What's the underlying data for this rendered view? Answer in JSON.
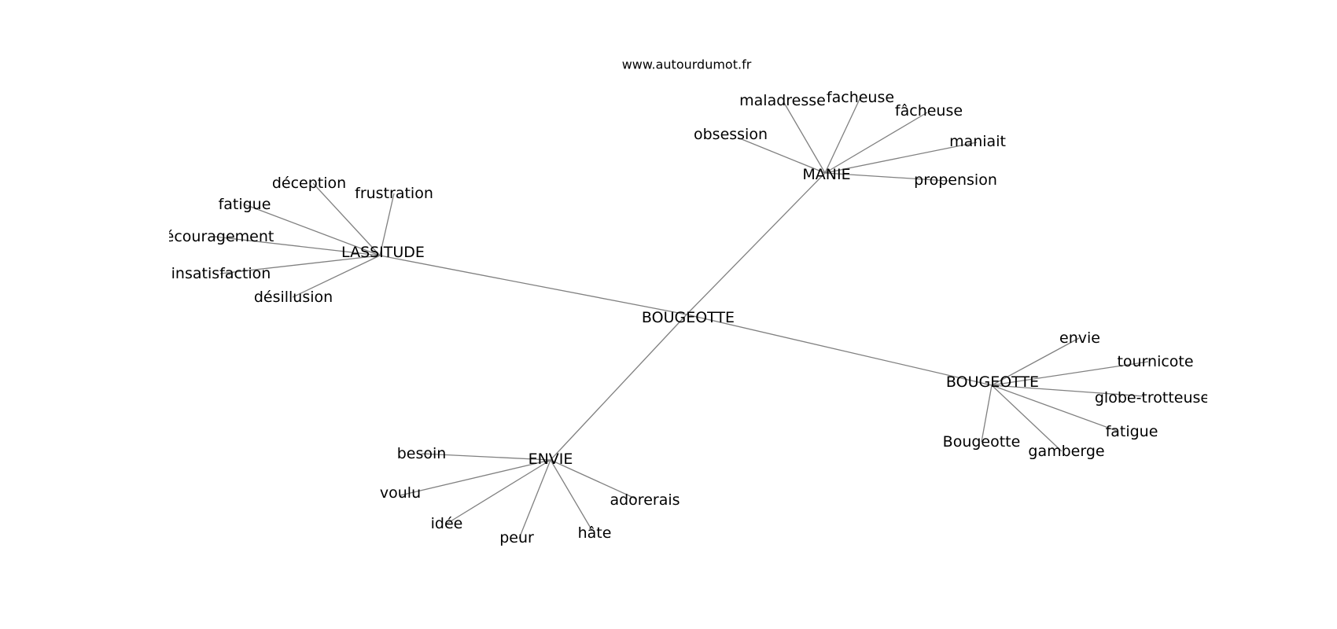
{
  "source_label": "www.autourdumot.fr",
  "center": {
    "label": "BOUGEOTTE"
  },
  "hubs": [
    {
      "key": "lassitude",
      "label": "LASSITUDE",
      "leaves": [
        "déception",
        "frustration",
        "fatigue",
        "découragement",
        "insatisfaction",
        "désillusion"
      ]
    },
    {
      "key": "manie",
      "label": "MANIE",
      "leaves": [
        "maladresse",
        "facheuse",
        "fâcheuse",
        "obsession",
        "maniait",
        "propension"
      ]
    },
    {
      "key": "bougeotte",
      "label": "BOUGEOTTE",
      "leaves": [
        "envie",
        "tournicote",
        "globe-trotteuse",
        "fatigue",
        "Bougeotte",
        "gamberge"
      ]
    },
    {
      "key": "envie",
      "label": "ENVIE",
      "leaves": [
        "besoin",
        "voulu",
        "idée",
        "peur",
        "hâte",
        "adorerais"
      ]
    }
  ]
}
